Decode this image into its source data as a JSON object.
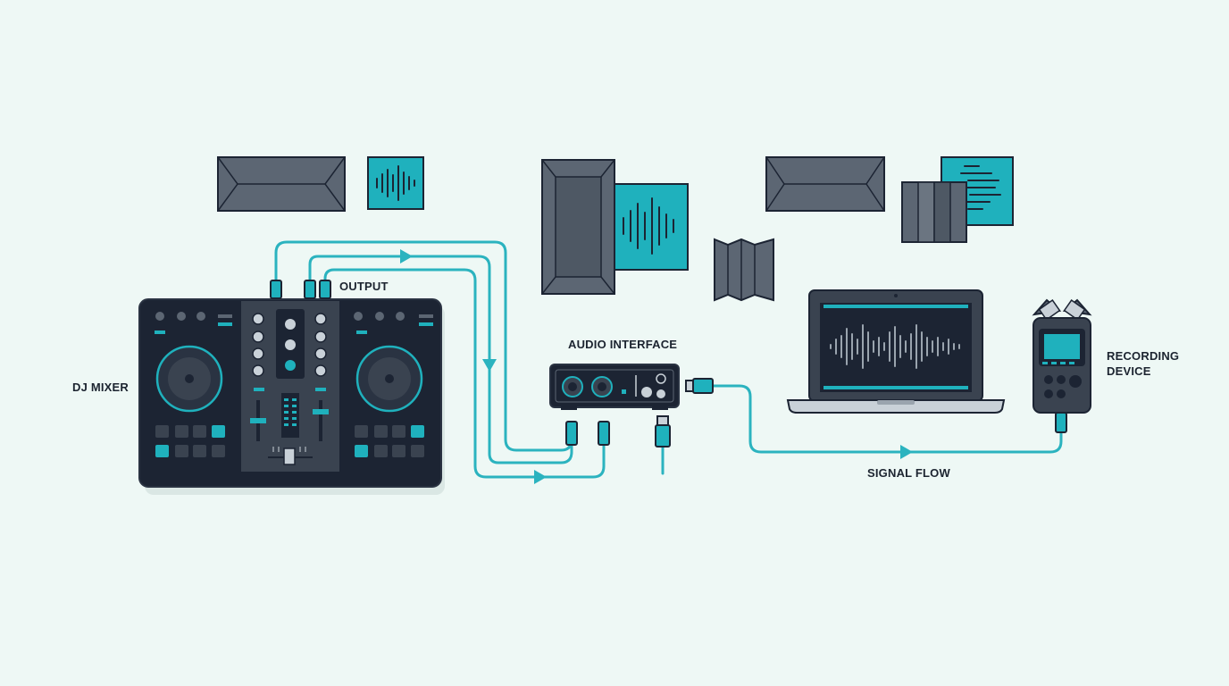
{
  "labels": {
    "dj_mixer": "DJ MIXER",
    "output": "OUTPUT",
    "audio_interface": "AUDIO INTERFACE",
    "signal_flow": "SIGNAL FLOW",
    "recording_device_line1": "RECORDING",
    "recording_device_line2": "DEVICE"
  },
  "colors": {
    "background": "#eef8f5",
    "device_dark": "#1c2433",
    "device_panel": "#3a4350",
    "panel_gray": "#5c6673",
    "accent_teal": "#1fb1bd",
    "cable_teal": "#2bb3bf"
  },
  "icons": [
    "acoustic-panel-icon",
    "soundwave-icon",
    "usb-plug-icon",
    "jack-plug-icon",
    "arrow-icon"
  ]
}
